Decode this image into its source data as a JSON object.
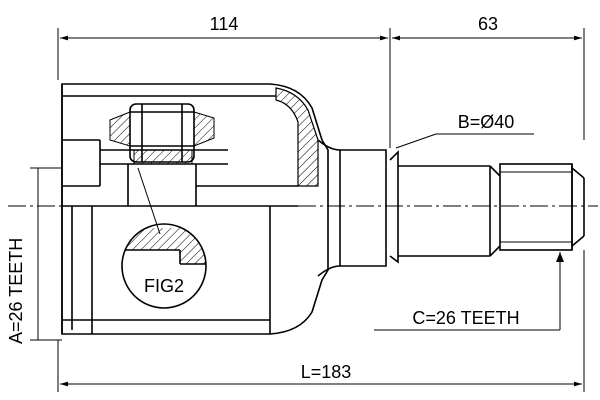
{
  "dimensions": {
    "top_left": "114",
    "top_right": "63",
    "diameter_b": "B=Ø40",
    "teeth_c": "C=26 TEETH",
    "teeth_a": "A=26 TEETH",
    "length_l": "L=183"
  },
  "detail_label": "FIG2"
}
